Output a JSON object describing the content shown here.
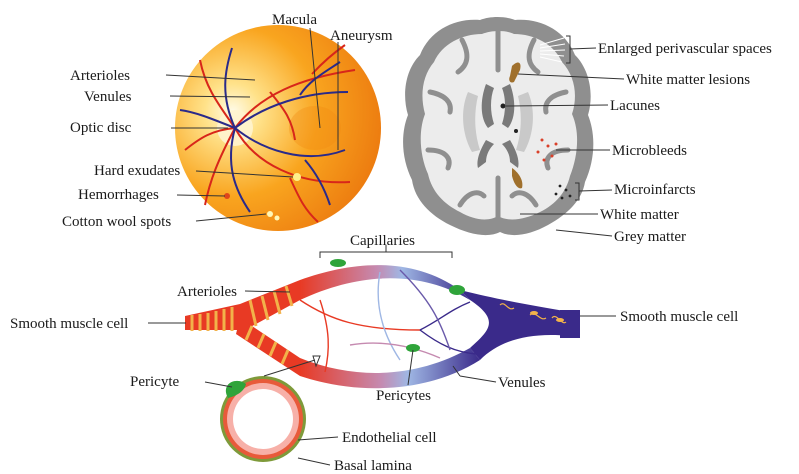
{
  "retina": {
    "labels": {
      "macula": "Macula",
      "aneurysm": "Aneurysm",
      "arterioles": "Arterioles",
      "venules": "Venules",
      "optic_disc": "Optic disc",
      "hard_exudates": "Hard exudates",
      "hemorrhages": "Hemorrhages",
      "cotton_wool_spots": "Cotton wool spots"
    }
  },
  "brain": {
    "labels": {
      "enlarged_perivascular_spaces": "Enlarged perivascular spaces",
      "white_matter_lesions": "White matter lesions",
      "lacunes": "Lacunes",
      "microbleeds": "Microbleeds",
      "microinfarcts": "Microinfarcts",
      "white_matter": "White matter",
      "grey_matter": "Grey matter"
    }
  },
  "microvessel": {
    "labels": {
      "capillaries": "Capillaries",
      "arterioles": "Arterioles",
      "smooth_muscle_cell_left": "Smooth muscle cell",
      "smooth_muscle_cell_right": "Smooth muscle cell",
      "pericyte": "Pericyte",
      "pericytes": "Pericytes",
      "venules": "Venules",
      "endothelial_cell": "Endothelial cell",
      "basal_lamina": "Basal lamina"
    }
  },
  "colors": {
    "retina_outer": "#f08a12",
    "retina_inner": "#ffe9a8",
    "artery": "#e02a1a",
    "vein": "#3a2a8a",
    "grey_matter": "#8f8f8f",
    "white_matter": "#ececec",
    "lesion": "#a0702c",
    "pericyte": "#2fa43a",
    "smooth_muscle": "#f2b24a"
  }
}
